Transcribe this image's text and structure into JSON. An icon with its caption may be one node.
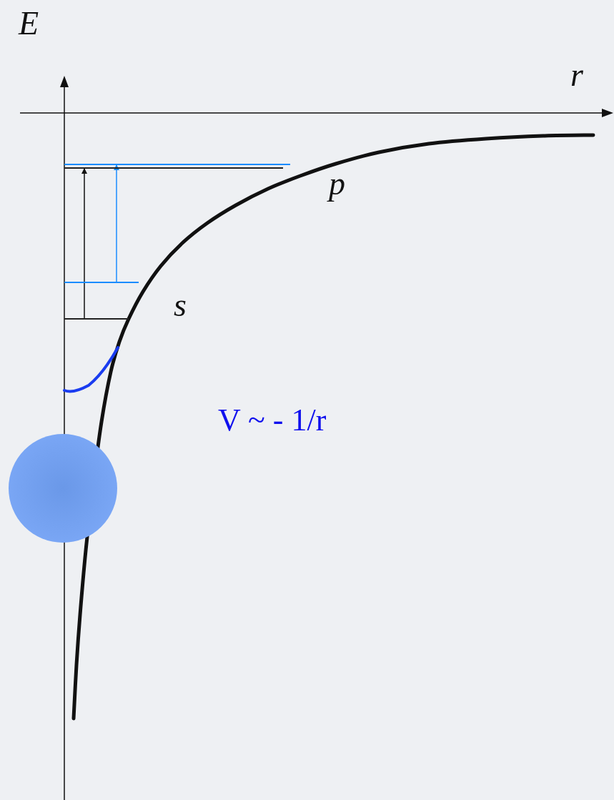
{
  "diagram": {
    "nodes": [
      {
        "text": [],
        "shape": "bar"
      },
      {
        "text": [],
        "shape": "bar"
      },
      {
        "text": [],
        "shape": "bar"
      },
      {
        "text": [],
        "shape": "bar"
      },
      {
        "text": [],
        "shape": "circle"
      }
    ],
    "edges": [
      {
        "from": 3,
        "to": 1,
        "arrow": "to"
      },
      {
        "from": 2,
        "to": 0,
        "arrow": "to",
        "color": "#1a8cff"
      }
    ],
    "labels": [
      "E",
      "r",
      "p",
      "s",
      "V ~ - 1/r"
    ]
  }
}
